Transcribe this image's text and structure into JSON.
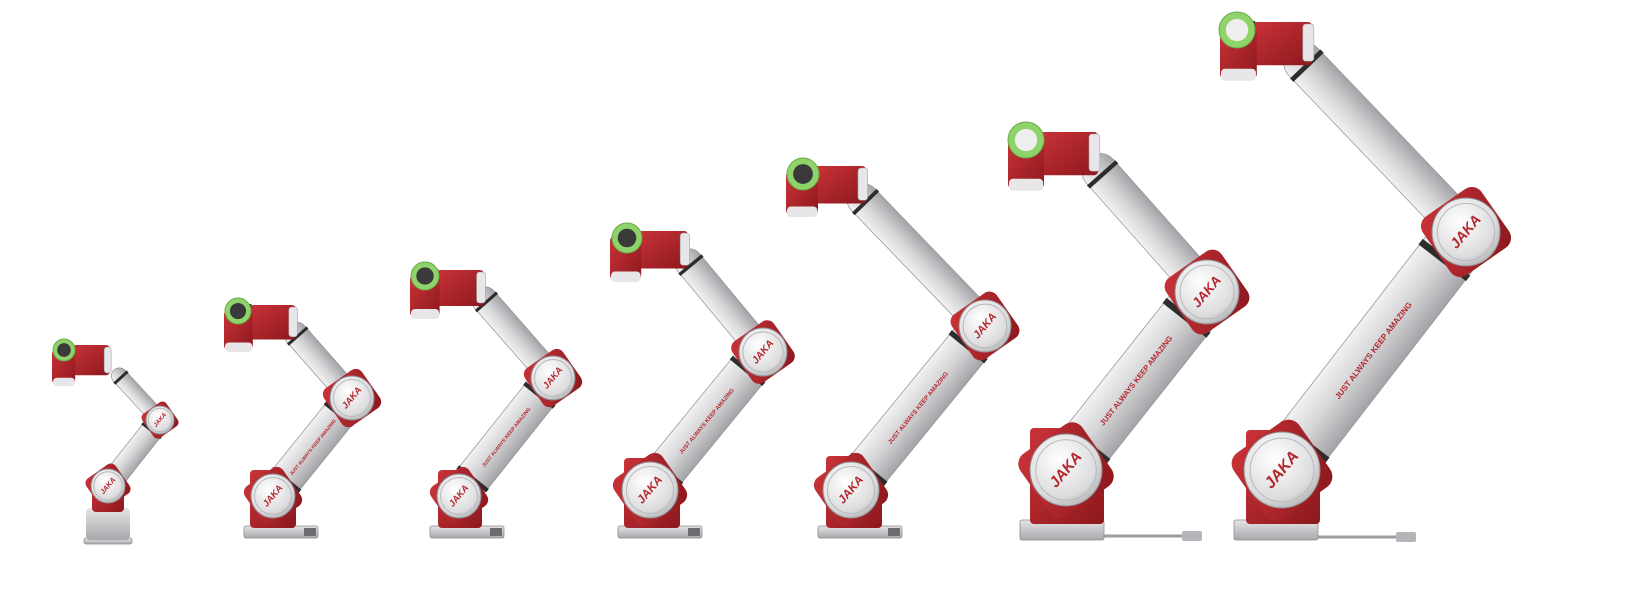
{
  "scene": {
    "background": "#ffffff",
    "colors": {
      "joint_red": "#b3272d",
      "joint_dark_red": "#7d1419",
      "tube_grey": "#d3d3d5",
      "tube_shadow": "#9b9b9f",
      "ring_dark": "#2d2d2d",
      "cap_silver": "#e7e7e9",
      "flange_green": "#8fd46a",
      "base_grey": "#c9c9cc"
    }
  },
  "robots": [
    {
      "name": "robot-1",
      "logo_text": "JAKA",
      "tagline": ""
    },
    {
      "name": "robot-2",
      "logo_text": "JAKA",
      "tagline": "JUST ALWAYS KEEP AMAZING"
    },
    {
      "name": "robot-3",
      "logo_text": "JAKA",
      "tagline": "JUST ALWAYS KEEP AMAZING"
    },
    {
      "name": "robot-4",
      "logo_text": "JAKA",
      "tagline": "JUST ALWAYS KEEP AMAZING"
    },
    {
      "name": "robot-5",
      "logo_text": "JAKA",
      "tagline": "JUST ALWAYS KEEP AMAZING"
    },
    {
      "name": "robot-6",
      "logo_text": "JAKA",
      "tagline": "JUST ALWAYS KEEP AMAZING"
    },
    {
      "name": "robot-7",
      "logo_text": "JAKA",
      "tagline": "JUST ALWAYS KEEP AMAZING"
    }
  ]
}
